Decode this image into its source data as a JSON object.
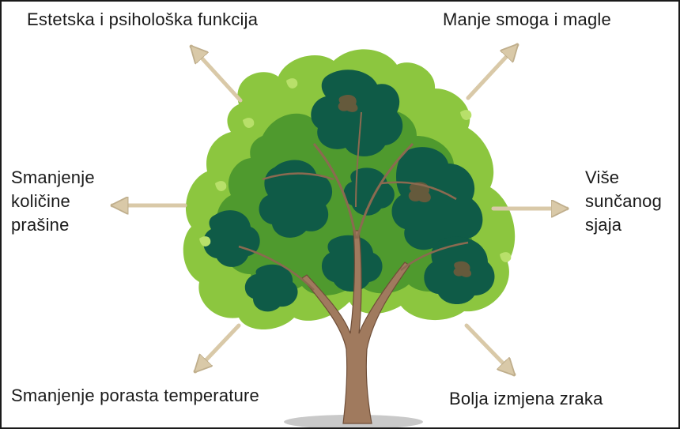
{
  "labels": {
    "top_left": "Estetska i psihološka funkcija",
    "top_right": "Manje smoga i magle",
    "left": [
      "Smanjenje",
      "količine",
      "prašine"
    ],
    "right": [
      "Više",
      "sunčanog",
      "sjaja"
    ],
    "bottom_left": "Smanjenje porasta temperature",
    "bottom_right": "Bolja izmjena zraka"
  },
  "colors": {
    "arrow": "#d9c9a8",
    "arrow_stroke": "#bfae8c",
    "leaf_light": "#8cc63f",
    "leaf_mid": "#4f9a2e",
    "leaf_dark": "#0f5b47",
    "trunk": "#a07a5e",
    "trunk_dark": "#6f4e38",
    "shadow": "#c9c9c9",
    "text": "#1a1a1a"
  }
}
